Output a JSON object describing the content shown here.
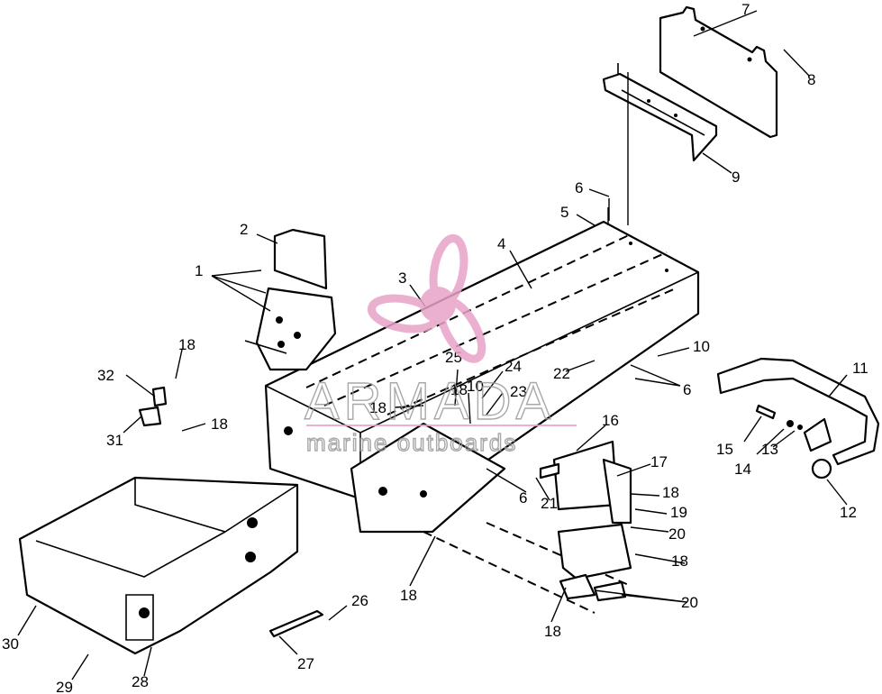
{
  "callouts": [
    "1",
    "2",
    "3",
    "4",
    "5",
    "6",
    "6",
    "6",
    "7",
    "8",
    "9",
    "10",
    "10",
    "11",
    "12",
    "13",
    "14",
    "15",
    "16",
    "17",
    "18",
    "18",
    "18",
    "18",
    "18",
    "18",
    "18",
    "18",
    "19",
    "20",
    "20",
    "21",
    "22",
    "23",
    "24",
    "25",
    "26",
    "27",
    "28",
    "29",
    "30",
    "31",
    "32"
  ],
  "watermark": {
    "brand": "ARMADA",
    "tagline": "marine outboards",
    "logo_color": "#e8a3c7",
    "text_color": "#9a9a9a"
  }
}
